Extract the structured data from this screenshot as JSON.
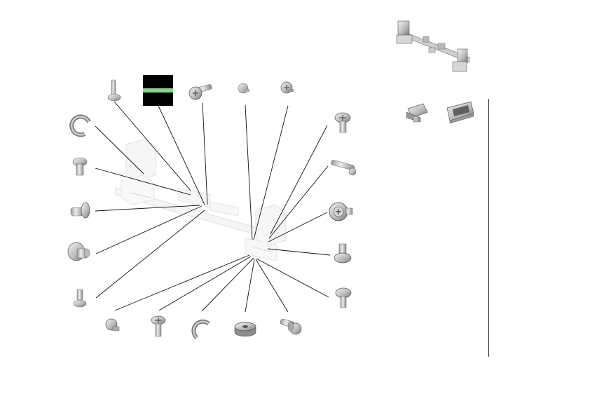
{
  "diagram": {
    "kind": "exploded-parts-diagram",
    "main_assembly": "rail-assembly",
    "colors": {
      "leader_line": "#111111",
      "metal_light": "#e2e2e2",
      "metal_mid": "#b4b4b4",
      "metal_dark": "#6e6e6e",
      "highlight_swatch_bg": "#000000",
      "highlight_swatch_bar": "#8fd18f"
    },
    "parts": [
      {
        "id": "pin-top-left",
        "icon": "pin-icon"
      },
      {
        "id": "highlight-swatch",
        "icon": "swatch-icon"
      },
      {
        "id": "pan-screw-top",
        "icon": "pan-head-screw-icon"
      },
      {
        "id": "small-screw-top-a",
        "icon": "small-screw-icon"
      },
      {
        "id": "small-screw-top-b",
        "icon": "small-screw-icon"
      },
      {
        "id": "e-ring-left",
        "icon": "e-ring-icon"
      },
      {
        "id": "rivet-left",
        "icon": "rivet-icon"
      },
      {
        "id": "shoulder-pin-left",
        "icon": "shoulder-pin-icon"
      },
      {
        "id": "bushing-left",
        "icon": "bushing-icon"
      },
      {
        "id": "short-pin-left",
        "icon": "short-pin-icon"
      },
      {
        "id": "screw-right-top",
        "icon": "cross-screw-icon"
      },
      {
        "id": "long-pin-right",
        "icon": "long-pin-icon"
      },
      {
        "id": "flange-screw-right",
        "icon": "flange-screw-icon"
      },
      {
        "id": "stud-right",
        "icon": "stud-icon"
      },
      {
        "id": "flange-bolt-right",
        "icon": "flange-bolt-icon"
      },
      {
        "id": "small-screw-bottom",
        "icon": "small-screw-icon"
      },
      {
        "id": "cross-screw-bottom",
        "icon": "cross-screw-icon"
      },
      {
        "id": "e-ring-bottom",
        "icon": "e-ring-icon"
      },
      {
        "id": "washer-bottom",
        "icon": "washer-icon"
      },
      {
        "id": "shaft-screw-bottom",
        "icon": "shaft-screw-icon"
      }
    ],
    "inset": {
      "main": "rail-assembly-inset",
      "details": [
        "clip-detail-a",
        "clip-detail-b"
      ]
    }
  }
}
